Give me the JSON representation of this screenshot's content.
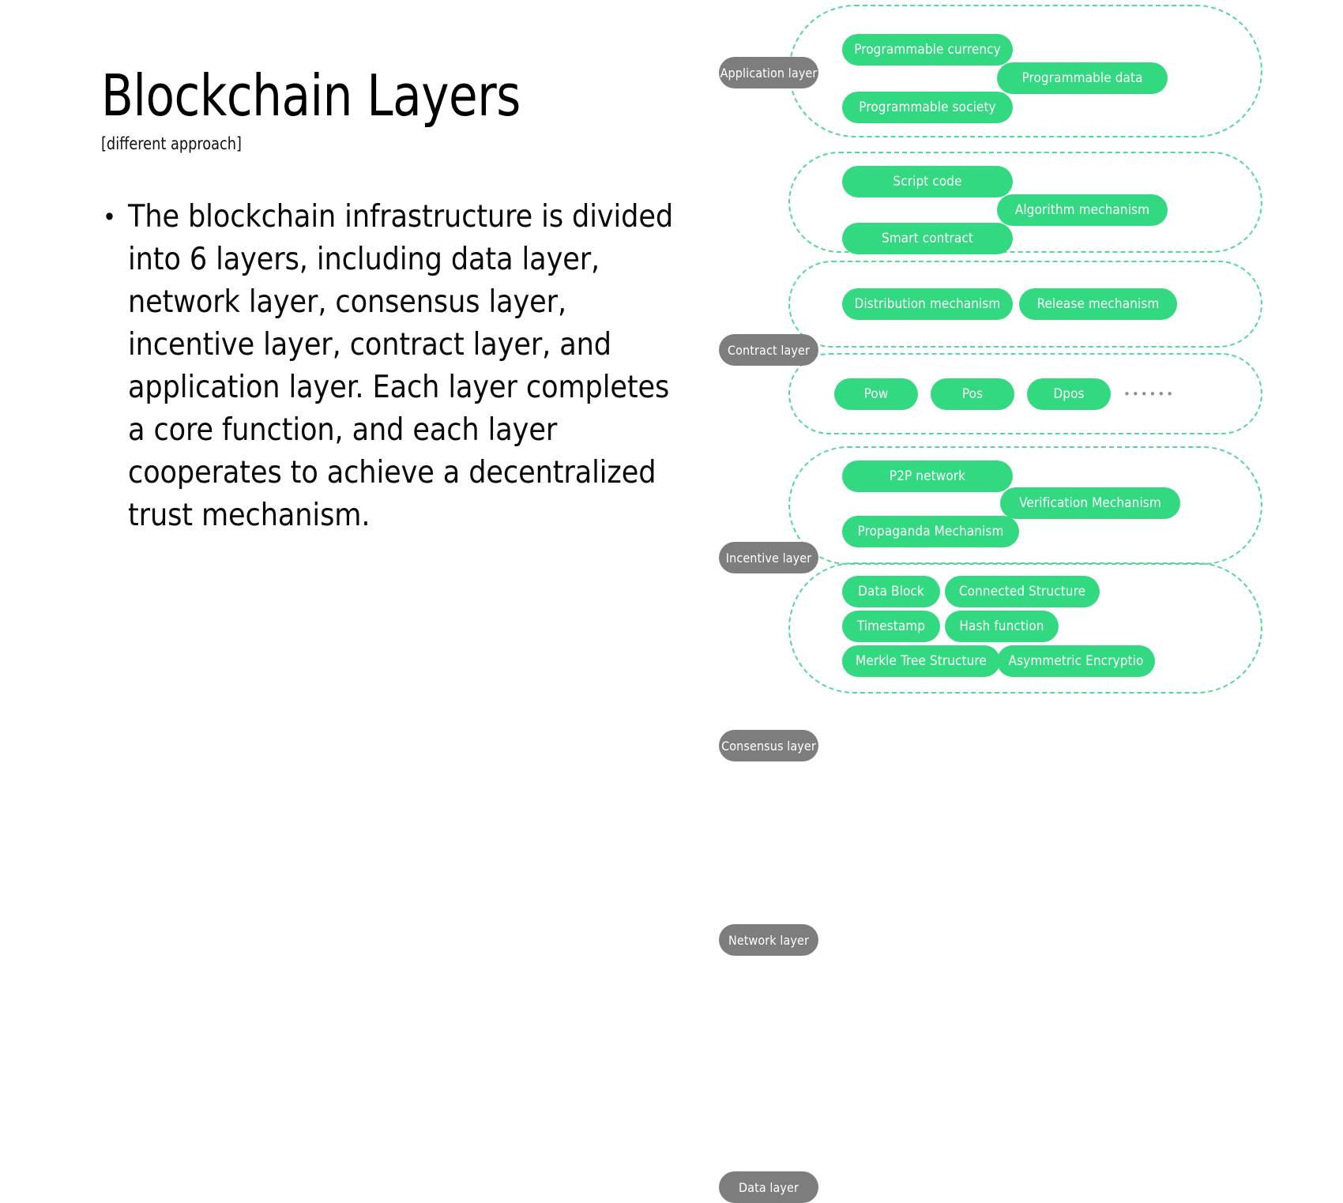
{
  "slide": {
    "title": "Blockchain Layers",
    "subtitle": "[different approach]",
    "bullets": [
      "The blockchain infrastructure is divided into 6 layers, including data layer, network layer, consensus layer, incentive layer, contract layer, and application layer. Each layer completes a core function, and each layer cooperates to achieve a decentralized trust mechanism."
    ]
  },
  "colors": {
    "node_green": "#33d980",
    "label_gray": "#7d7d7d",
    "shell_dash": "#56d79a",
    "text_white": "#ffffff",
    "text_black": "#0a0a0a",
    "background": "#ffffff"
  },
  "diagram": {
    "layers": [
      {
        "id": "application",
        "label": "Application layer",
        "nodes": [
          "Programmable currency",
          "Programmable data",
          "Programmable society"
        ]
      },
      {
        "id": "contract",
        "label": "Contract layer",
        "nodes": [
          "Script code",
          "Algorithm mechanism",
          "Smart contract"
        ]
      },
      {
        "id": "incentive",
        "label": "Incentive layer",
        "nodes": [
          "Distribution mechanism",
          "Release mechanism"
        ]
      },
      {
        "id": "consensus",
        "label": "Consensus layer",
        "nodes": [
          "Pow",
          "Pos",
          "Dpos"
        ],
        "ellipsis": "••••••"
      },
      {
        "id": "network",
        "label": "Network layer",
        "nodes": [
          "P2P network",
          "Verification Mechanism",
          "Propaganda Mechanism"
        ]
      },
      {
        "id": "data",
        "label": "Data layer",
        "nodes": [
          "Data Block",
          "Connected Structure",
          "Timestamp",
          "Hash function",
          "Merkle Tree Structure",
          "Asymmetric Encryptio"
        ]
      }
    ]
  }
}
